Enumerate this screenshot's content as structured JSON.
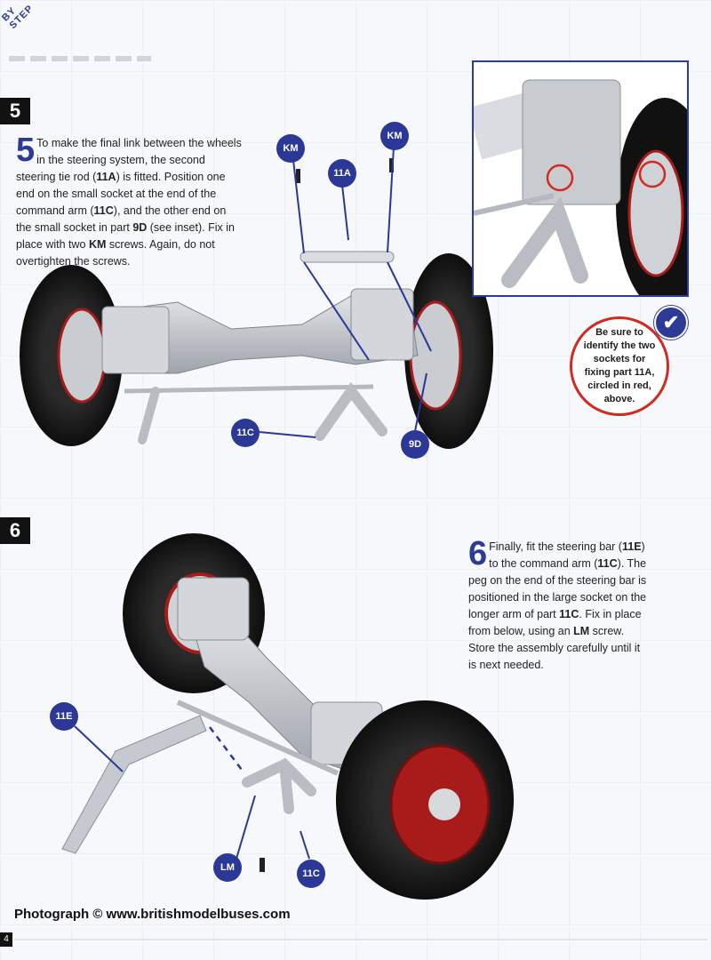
{
  "corner": {
    "line1": "BY",
    "line2": "STEP"
  },
  "step5": {
    "number": "5",
    "dropcap": "5",
    "text_a": "To make the final link between the wheels in the steering system, the second steering tie rod (",
    "part_11a": "11A",
    "text_b": ") is fitted. Position one end on the small socket at the end of the command arm (",
    "part_11c": "11C",
    "text_c": "), and the other end on the small socket in part ",
    "part_9d": "9D",
    "text_d": " (see inset). Fix in place with two ",
    "part_km": "KM",
    "text_e": " screws. Again, do not overtighten the screws."
  },
  "tip": {
    "text": "Be sure to identify the two sockets for fixing part 11A, circled in red, above.",
    "icon": "check-icon"
  },
  "labels5": {
    "km_left": "KM",
    "km_right": "KM",
    "a11": "11A",
    "c11": "11C",
    "d9": "9D"
  },
  "step6": {
    "number": "6",
    "dropcap": "6",
    "text_a": "Finally, fit the steering bar (",
    "part_11e": "11E",
    "text_b": ") to the command arm (",
    "part_11c": "11C",
    "text_c": "). The peg on the end of the steering bar is positioned in the large socket on the longer arm of part ",
    "part_11c2": "11C",
    "text_d": ". Fix in place from below, using an ",
    "part_lm": "LM",
    "text_e": " screw. Store the assembly carefully until it is next needed."
  },
  "labels6": {
    "e11": "11E",
    "lm": "LM",
    "c11": "11C"
  },
  "credit": "Photograph © www.britishmodelbuses.com",
  "page_number": "4",
  "colors": {
    "accent_blue": "#2c3896",
    "tip_red": "#d22a1f",
    "wheel_red": "#a81b1b"
  }
}
